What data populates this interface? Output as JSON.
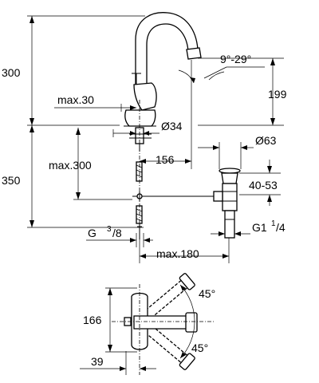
{
  "dimensions": {
    "height_upper": "300",
    "height_lower": "350",
    "spout_height": "199",
    "swivel_angle": "9°-29°",
    "lift_rod_max": "max.30",
    "hole_diameter": "Ø34",
    "spout_reach": "156",
    "lower_max": "max.300",
    "drain_diameter": "Ø63",
    "drain_range": "40-53",
    "connection_left": "G",
    "connection_left_sup": "3",
    "connection_left_den": "/8",
    "connection_right": "G1",
    "connection_right_sup": "1",
    "connection_right_den": "/4",
    "reach_max": "max.180",
    "top_height": "166",
    "top_offset": "39",
    "angle_top": "45°",
    "angle_bottom": "45°"
  }
}
